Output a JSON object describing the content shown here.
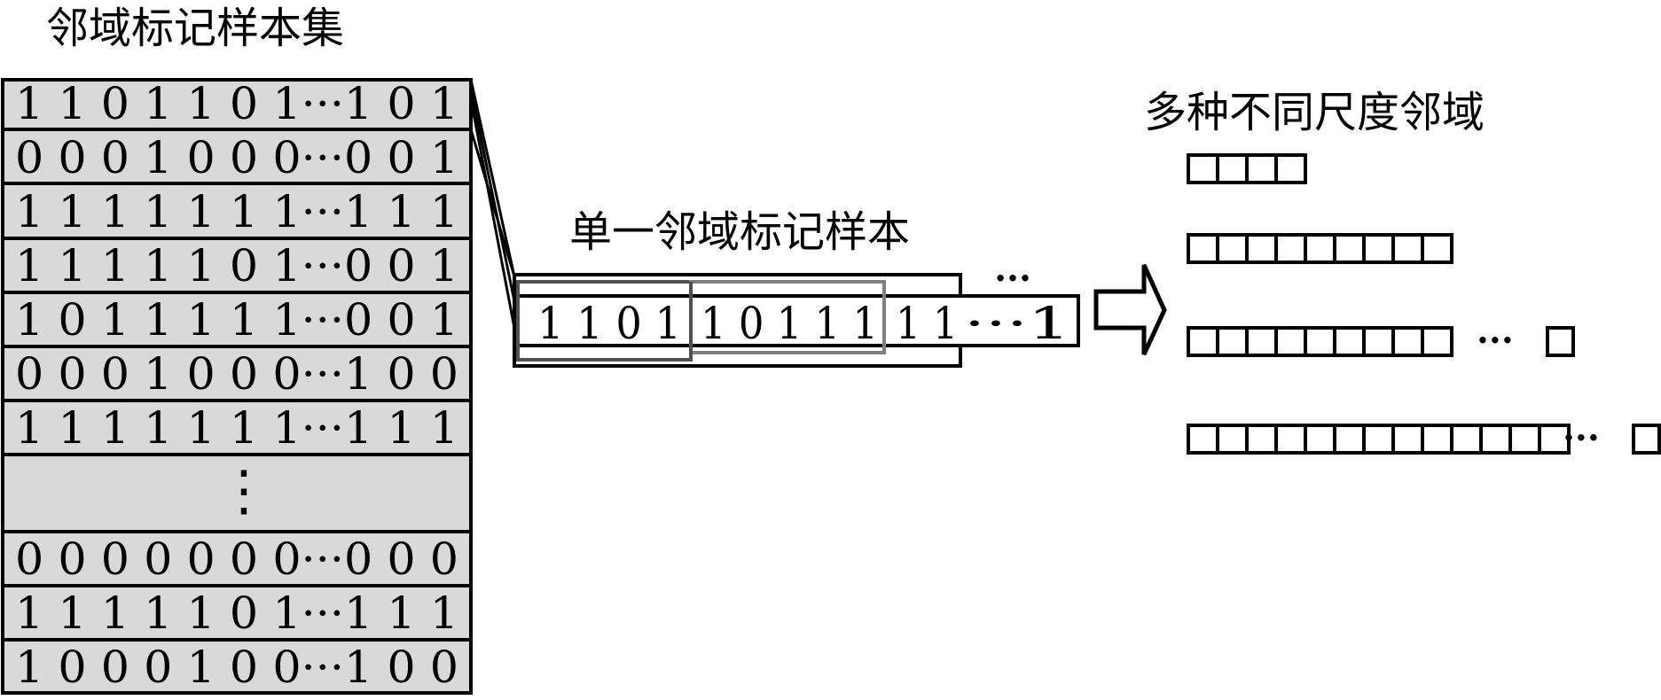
{
  "diagram": {
    "sample_set": {
      "title": "邻域标记样本集",
      "rows_top": [
        "1 1 0 1 1 0 1···1 0 1",
        "0 0 0 1 0 0 0···0 0 1",
        "1 1 1 1 1 1 1···1 1 1",
        "1 1 1 1 1 0 1···0 0 1",
        "1 0 1 1 1 1 1···0 0 1",
        "0 0 0 1 0 0 0···1 0 0",
        "1 1 1 1 1 1 1···1 1 1"
      ],
      "ellipsis": "⋮",
      "rows_bottom": [
        "0 0 0 0 0 0 0···0 0 0",
        "1 1 1 1 1 0 1···1 1 1",
        "1 0 0 0 1 0 0···1 0 0"
      ]
    },
    "single_sample": {
      "title": "单一邻域标记样本",
      "seg1": "1 1 0 1",
      "seg2": "1 0 1 1 1",
      "seg3": "1 1",
      "tail": "···1",
      "top_dots": "···"
    },
    "scales": {
      "title": "多种不同尺度邻域",
      "rows": [
        {
          "boxes": 4,
          "ellipsis": ""
        },
        {
          "boxes": 9,
          "ellipsis": ""
        },
        {
          "boxes": 9,
          "ellipsis": "···"
        },
        {
          "boxes": 13,
          "ellipsis": "···"
        }
      ]
    },
    "colors": {
      "table_fill": "#d9d9d9",
      "line": "#000000",
      "window_gray": "#808080",
      "window_dark": "#505050"
    }
  }
}
